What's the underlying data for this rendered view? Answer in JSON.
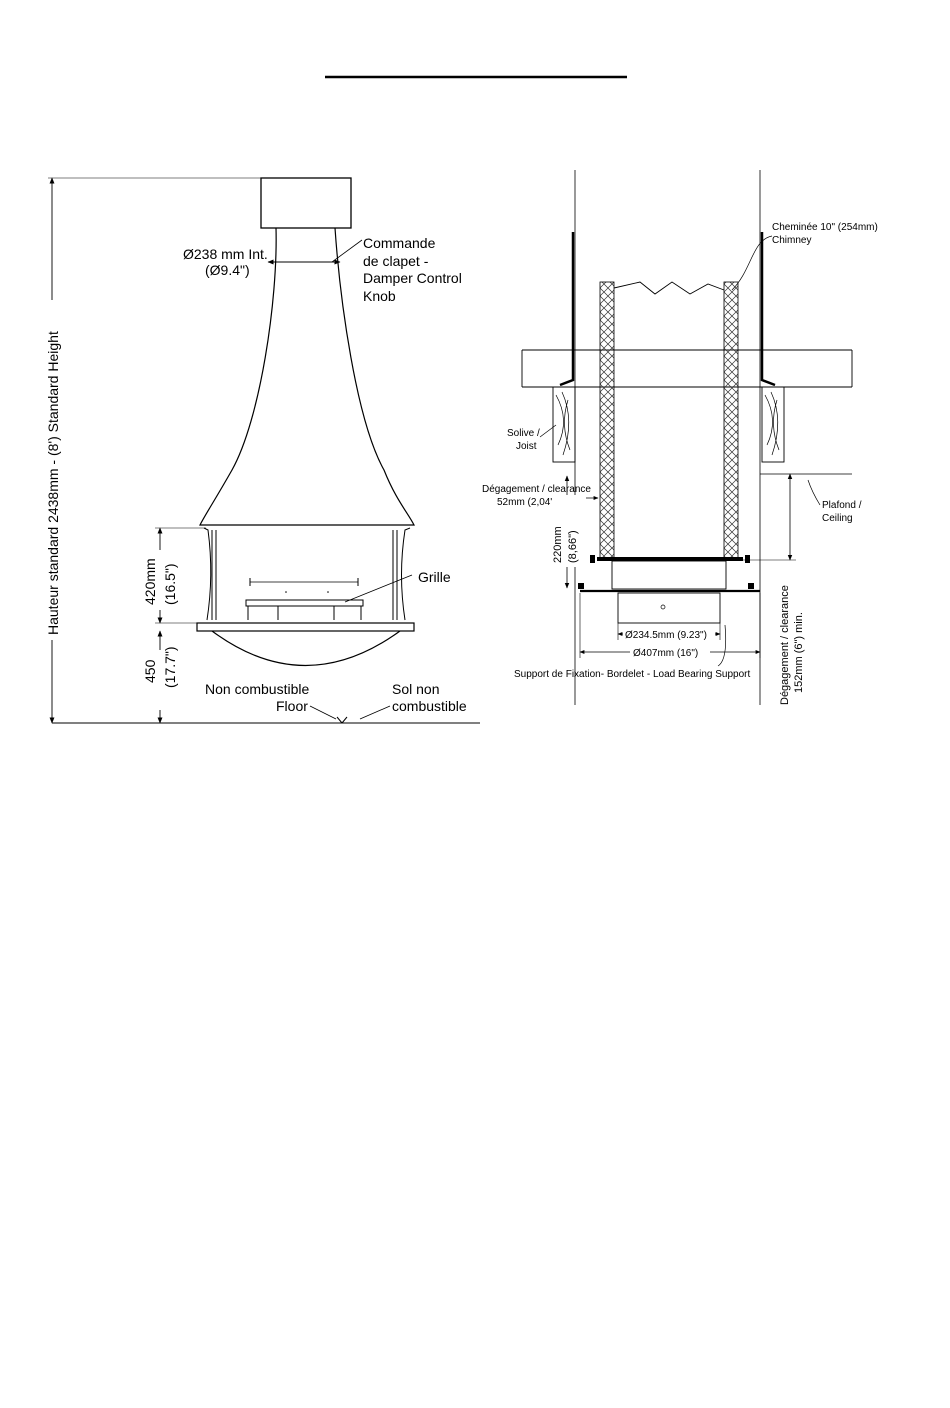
{
  "left": {
    "flue_diameter": "Ø238 mm Int.",
    "flue_diameter_in": "(Ø9.4\")",
    "damper_label": [
      "Commande",
      "de clapet -",
      "Damper Control",
      "Knob"
    ],
    "grille_label": "Grille",
    "total_height": "Hauteur standard 2438mm - (8') Standard Height",
    "opening_height": "420mm",
    "opening_height_in": "(16.5\")",
    "base_height": "450",
    "base_height_in": "(17.7\")",
    "floor_fr": [
      "Non combustible",
      "Floor"
    ],
    "floor_en": [
      "Sol non",
      "combustible"
    ]
  },
  "right": {
    "chimney_label": [
      "Cheminée 10\" (254mm)",
      "Chimney"
    ],
    "joist_label": [
      "Solive /",
      "Joist"
    ],
    "clearance_side": [
      "Dégagement / clearance",
      "52mm  (2,04\")"
    ],
    "ceiling_label": [
      "Plafond /",
      "Ceiling"
    ],
    "support_height": "220mm",
    "support_height_in": "(8,66\")",
    "clearance_min": [
      "Dégagement / clearance",
      "152mm (6\") min."
    ],
    "inner_diameter": "Ø234.5mm (9.23\")",
    "outer_diameter": "Ø407mm (16\")",
    "support_label": "Support de Fixation- Bordelet - Load Bearing Support"
  }
}
